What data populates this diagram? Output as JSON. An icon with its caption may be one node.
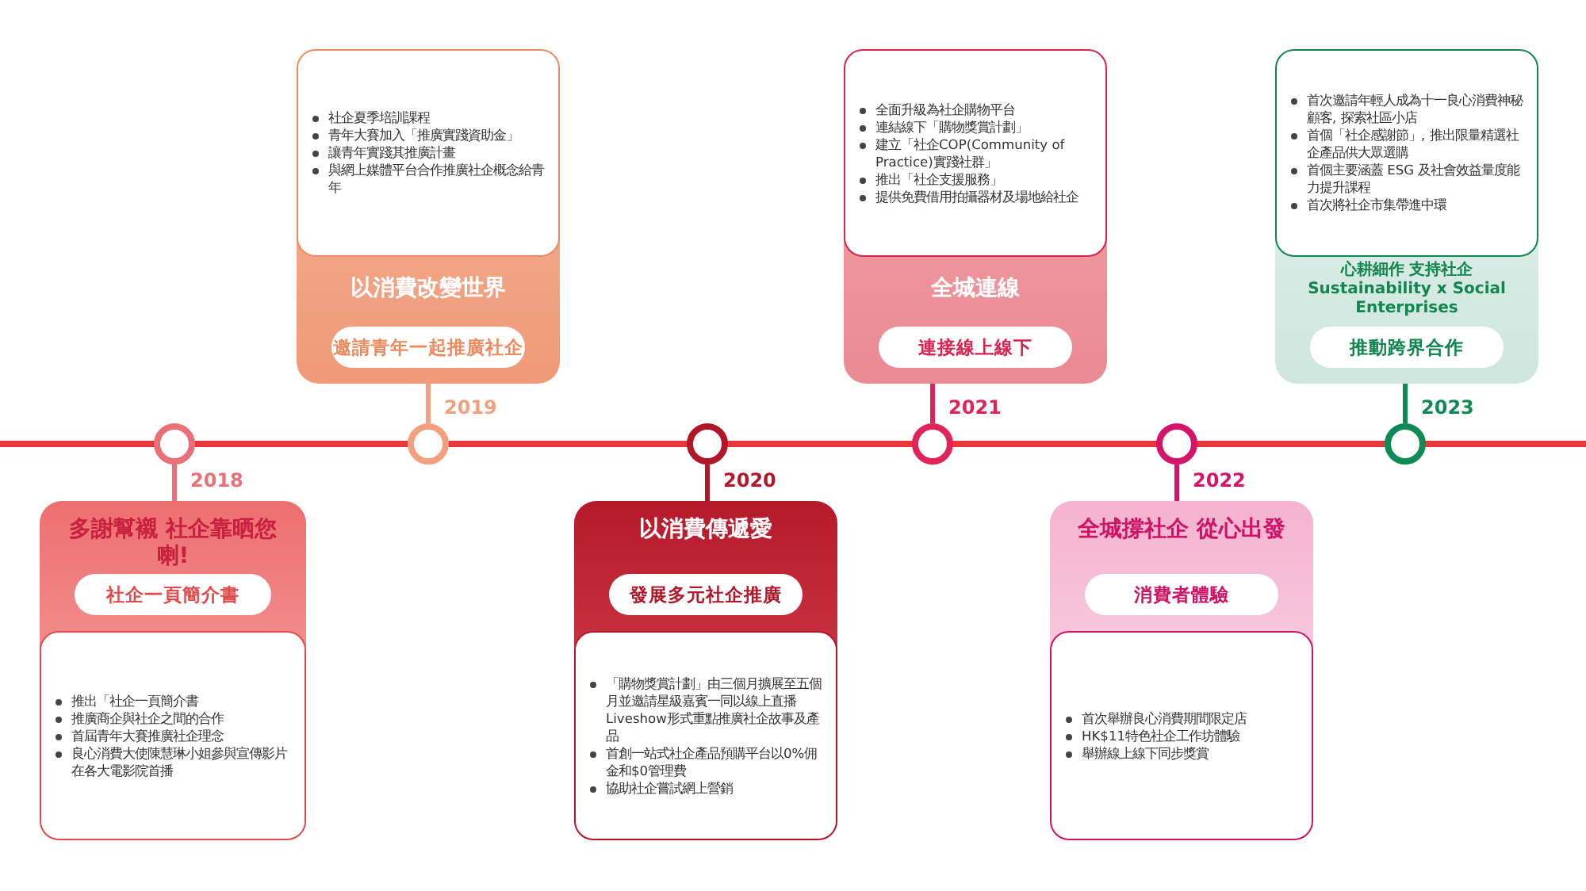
{
  "diagram": {
    "nodes": [
      {
        "text": [],
        "shape": "circle",
        "beside": [
          "2018"
        ]
      },
      {
        "text": [
          "多謝幫襯 社企靠晒您喇!"
        ]
      },
      {
        "text": [
          "社企一頁簡介書"
        ],
        "in": 1
      },
      {
        "text": [
          "推出「社企一頁簡介書",
          "推廣商企與社企之間的合作",
          "首屆青年大賽推廣社企理念",
          "良心消費大使陳慧琳小姐參與宣傳影片在各大電影院首播"
        ],
        "in": 1
      },
      {
        "text": [],
        "shape": "circle",
        "beside": [
          "2019"
        ]
      },
      {
        "text": [
          "以消費改變世界"
        ]
      },
      {
        "text": [
          "社企夏季培訓課程",
          "青年大賽加入「推廣實踐資助金」",
          "讓青年實踐其推廣計畫",
          "與網上媒體平台合作推廣社企概念給青年"
        ],
        "in": 5
      },
      {
        "text": [
          "邀請青年一起推廣社企"
        ],
        "in": 5
      },
      {
        "text": [],
        "shape": "circle",
        "beside": [
          "2020"
        ]
      },
      {
        "text": [
          "以消費傳遞愛"
        ]
      },
      {
        "text": [
          "發展多元社企推廣"
        ],
        "in": 9
      },
      {
        "text": [
          "「購物獎賞計劃」由三個月擴展至五個月並邀請星級嘉賓一同以線上直播Liveshow形式重點推廣社企故事及產品",
          "首創一站式社企產品預購平台以0%佣金和$0管理費",
          "協助社企嘗試網上營銷"
        ],
        "in": 9
      },
      {
        "text": [],
        "shape": "circle",
        "beside": [
          "2021"
        ]
      },
      {
        "text": [
          "全城連線"
        ]
      },
      {
        "text": [
          "全面升級為社企購物平台",
          "連結線下「購物獎賞計劃」",
          "建立「社企COP(Community of Practice)實踐社群」",
          "推出「社企支援服務」",
          "提供免費借用拍攝器材及場地給社企"
        ],
        "in": 13
      },
      {
        "text": [
          "連接線上線下"
        ],
        "in": 13
      },
      {
        "text": [],
        "shape": "circle",
        "beside": [
          "2022"
        ]
      },
      {
        "text": [
          "全城撐社企 從心出發"
        ]
      },
      {
        "text": [
          "消費者體驗"
        ],
        "in": 17
      },
      {
        "text": [
          "首次舉辦良心消費期間限定店",
          "HK$11特色社企工作坊體驗",
          "舉辦線上線下同步獎賞"
        ],
        "in": 17
      },
      {
        "text": [],
        "shape": "circle",
        "beside": [
          "2023"
        ]
      },
      {
        "text": [
          "心耕細作 支持社企 Sustainability x Social Enterprises"
        ]
      },
      {
        "text": [
          "首次邀請年輕人成為十一良心消費神秘顧客, 探索社區小店",
          "首個「社企感謝節」, 推出限量精選社企產品供大眾選購",
          "首個主要涵蓋 ESG 及社會效益量度能力提升課程",
          "首次將社企市集帶進中環"
        ],
        "in": 21
      },
      {
        "text": [
          "推動跨界合作"
        ],
        "in": 21
      }
    ],
    "edges": [
      {
        "from": 0,
        "to": 1,
        "arrow": "none",
        "color": "#ea7078"
      },
      {
        "from": 4,
        "to": 5,
        "arrow": "none",
        "color": "#f2a07e"
      },
      {
        "from": 8,
        "to": 9,
        "arrow": "none",
        "color": "#b0182a"
      },
      {
        "from": 12,
        "to": 13,
        "arrow": "none",
        "color": "#e0245a"
      },
      {
        "from": 16,
        "to": 17,
        "arrow": "none",
        "color": "#d4146a"
      },
      {
        "from": 20,
        "to": 21,
        "arrow": "none",
        "color": "#0e8a55"
      }
    ]
  }
}
